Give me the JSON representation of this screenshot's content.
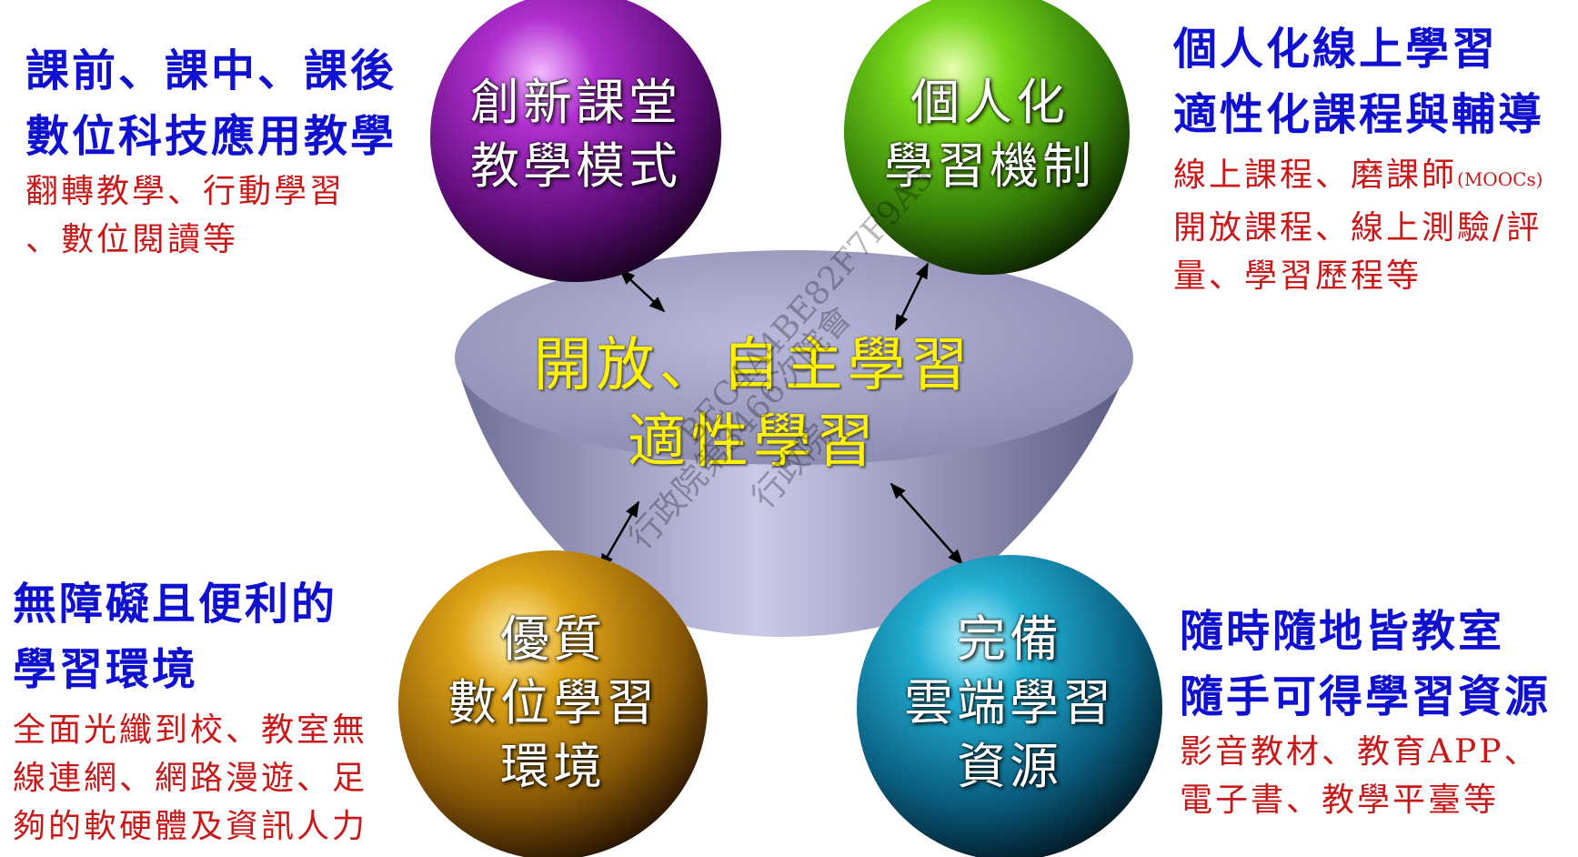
{
  "center": {
    "line1": "開放、自主學習",
    "line2": "適性學習"
  },
  "spheres": {
    "innovative_classroom": {
      "line1": "創新課堂",
      "line2": "教學模式",
      "color": "#8a1fa8"
    },
    "personalized": {
      "line1": "個人化",
      "line2": "學習機制",
      "color": "#5cc214"
    },
    "quality_environment": {
      "line1": "優質",
      "line2": "數位學習",
      "line3": "環境",
      "color": "#d89a10"
    },
    "cloud_resources": {
      "line1": "完備",
      "line2": "雲端學習",
      "line3": "資源",
      "color": "#1aa0c4"
    }
  },
  "notes": {
    "top_left": {
      "heading1": "課前、課中、課後",
      "heading2": "數位科技應用教學",
      "detail1": "翻轉教學、行動學習",
      "detail2": "、數位閱讀等"
    },
    "top_right": {
      "heading1": "個人化線上學習",
      "heading2": "適性化課程與輔導",
      "detail1": "線上課程、磨課師",
      "detail1_small": "(MOOCs)",
      "detail2": "開放課程、線上測驗/評",
      "detail3": "量、學習歷程等"
    },
    "bottom_left": {
      "heading1": "無障礙且便利的",
      "heading2": "學習環境",
      "detail1": "全面光纖到校、教室無",
      "detail2": "線連網、網路漫遊、足",
      "detail3": "夠的軟硬體及資訊人力"
    },
    "bottom_right": {
      "heading1": "隨時隨地皆教室",
      "heading2": "隨手可得學習資源",
      "detail1": "影音教材、教育APP、",
      "detail2": "電子書、教學平臺等"
    }
  },
  "watermark": {
    "line1": "行政院第3466次院會",
    "line2": "BEC4A4BE82F7F9A3",
    "line3": "行政院"
  },
  "colors": {
    "heading_blue": "#1010d0",
    "detail_red": "#c81818",
    "center_text_yellow": "#fff200",
    "cone": "#a9a9cf"
  }
}
